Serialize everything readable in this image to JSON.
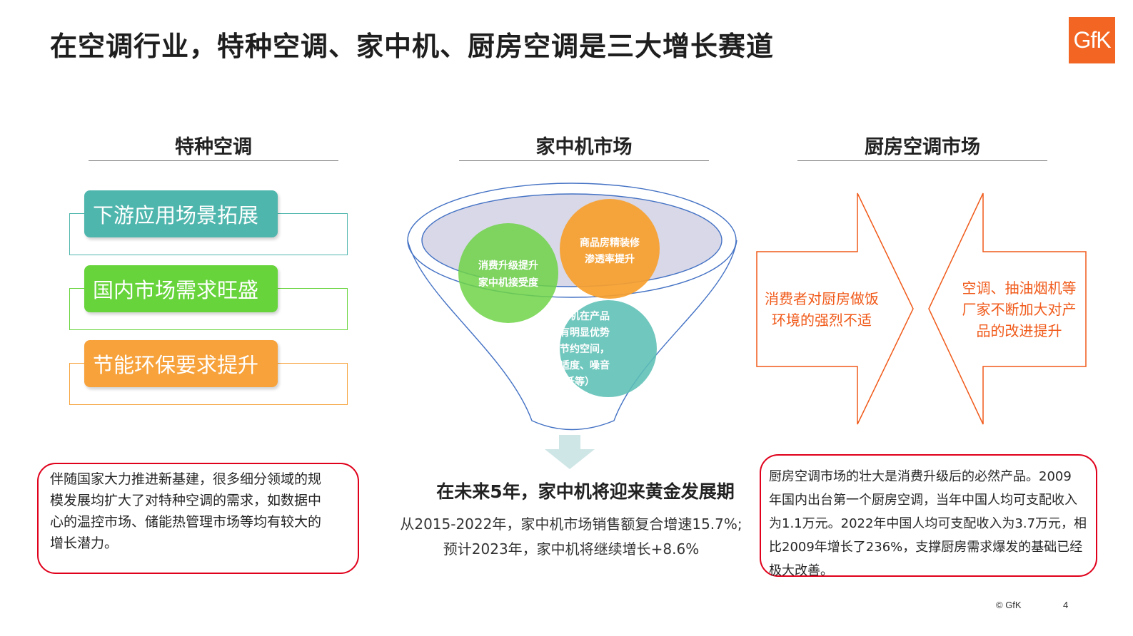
{
  "title": "在空调行业，特种空调、家中机、厨房空调是三大增长赛道",
  "logo": "GfK",
  "left": {
    "heading": "特种空调",
    "items": [
      {
        "label": "下游应用场景拓展",
        "color": "#4fb6ad"
      },
      {
        "label": "国内市场需求旺盛",
        "color": "#66d43a"
      },
      {
        "label": "节能环保要求提升",
        "color": "#f7a23b"
      }
    ],
    "note_lines": [
      "伴随国家大力推进新基建，很多细分领域的规",
      "模发展均扩大了对特种空调的需求，如数据中",
      "心的温控市场、储能热管理市场等均有较大的",
      "增长潜力。"
    ]
  },
  "center": {
    "heading": "家中机市场",
    "circle_green": [
      "消费升级提升",
      "家中机接受度"
    ],
    "circle_orange": [
      "商品房精装修",
      "渗透率提升"
    ],
    "circle_teal": [
      "家中机在产品",
      "力有明显优势",
      "（节约空间，",
      "舒适度、噪音",
      "低等）"
    ],
    "headline": "在未来5年，家中机将迎来黄金发展期",
    "sub_lines": [
      "从2015-2022年，家中机市场销售额复合增速15.7%;",
      "预计2023年，家中机将继续增长+8.6%"
    ]
  },
  "right": {
    "heading": "厨房空调市场",
    "arrow_left": [
      "消费者对厨房做饭",
      "环境的强烈不适"
    ],
    "arrow_right": [
      "空调、抽油烟机等",
      "厂家不断加大对产",
      "品的改进提升"
    ],
    "note_lines": [
      "厨房空调市场的壮大是消费升级后的必然产品。2009",
      "年国内出台第一个厨房空调，当年中国人均可支配收入",
      "为1.1万元。2022年中国人均可支配收入为3.7万元，相",
      "比2009年增长了236%，支撑厨房需求爆发的基础已经",
      "极大改善。"
    ]
  },
  "footer": {
    "copyright": "© GfK",
    "page": "4"
  }
}
